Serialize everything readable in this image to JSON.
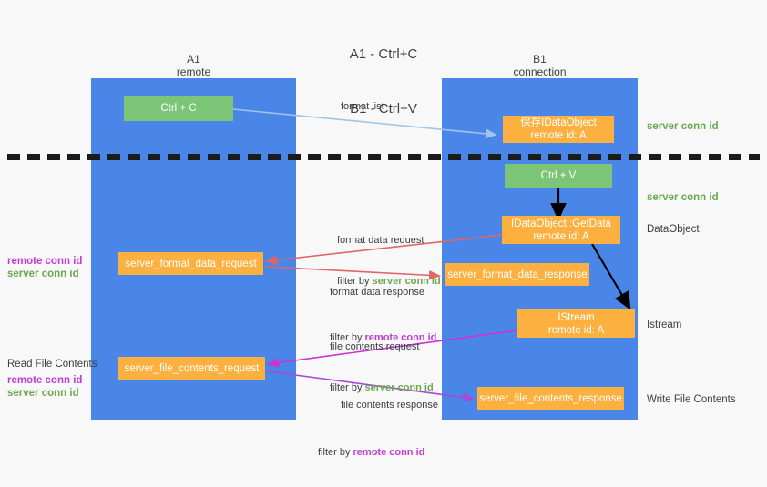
{
  "title": {
    "line1": "A1 - Ctrl+C",
    "line2": "B1 - Ctrl+V"
  },
  "lanes": [
    {
      "name": "A1",
      "sub": "remote"
    },
    {
      "name": "B1",
      "sub": "connection"
    }
  ],
  "nodes": {
    "ctrl_c": {
      "line1": "Ctrl + C",
      "color": "#7cc576"
    },
    "save_idataobject": {
      "line1": "保存IDataObject",
      "line2": "remote id: A",
      "color": "#fbb040"
    },
    "ctrl_v": {
      "line1": "Ctrl + V",
      "color": "#7cc576"
    },
    "getdata": {
      "line1": "IDataObject::GetData",
      "line2": "remote id: A",
      "color": "#fbb040"
    },
    "format_data_request": {
      "line1": "server_format_data_request",
      "color": "#fbb040"
    },
    "format_data_response": {
      "line1": "server_format_data_response",
      "color": "#fbb040"
    },
    "istream": {
      "line1": "IStream",
      "line2": "remote id: A",
      "color": "#fbb040"
    },
    "file_contents_request": {
      "line1": "server_file_contents_request",
      "color": "#fbb040"
    },
    "file_contents_response": {
      "line1": "server_file_contents_response",
      "color": "#fbb040"
    }
  },
  "edges": {
    "format_list": {
      "label": "format list"
    },
    "format_data_request": {
      "label": "format data request",
      "filter_prefix": "filter by ",
      "filter_target": "server conn id"
    },
    "format_data_response": {
      "label": "format data response",
      "filter_prefix": "filter by ",
      "filter_target": "remote conn id"
    },
    "file_contents_request": {
      "label": "file contents request",
      "filter_prefix": "filter by ",
      "filter_target": "server conn id"
    },
    "file_contents_response": {
      "label": "file contents response",
      "filter_prefix": "filter by ",
      "filter_target": "remote conn id"
    }
  },
  "annotations": {
    "server_conn_id_1": "server conn id",
    "server_conn_id_2": "server conn id",
    "dataobject": "DataObject",
    "istream": "Istream",
    "write_file_contents": "Write File Contents",
    "read_file_contents": "Read File Contents",
    "left_remote_conn_id_1": "remote conn id",
    "left_server_conn_id_1": "server conn id",
    "left_remote_conn_id_2": "remote conn id",
    "left_server_conn_id_2": "server conn id"
  },
  "colors": {
    "lane": "#4a86e8",
    "green_box": "#7cc576",
    "orange_box": "#fbb040",
    "green_text": "#6aa84f",
    "purple_text": "#c13bd6",
    "light_blue_arrow": "#9fc5e8",
    "red_arrow": "#e06666",
    "magenta_arrow": "#cc33cc",
    "purple_arrow": "#a64bd6",
    "black_arrow": "#000000",
    "background": "#f8f8f8"
  }
}
